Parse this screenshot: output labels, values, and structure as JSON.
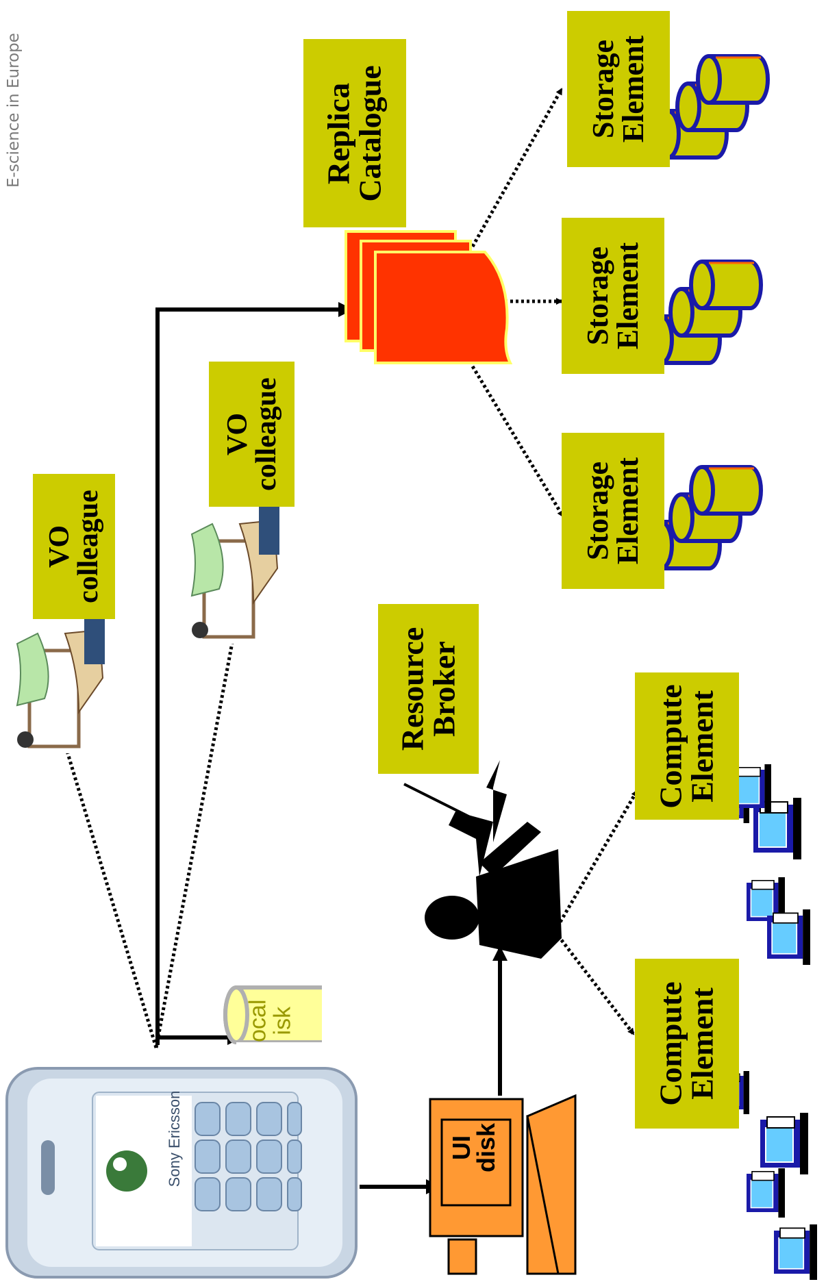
{
  "header": {
    "text": "E-science in Europe"
  },
  "labels": {
    "vo_colleague_1": [
      "VO",
      "colleague"
    ],
    "vo_colleague_2": [
      "VO",
      "colleague"
    ],
    "replica_catalogue": [
      "Replica",
      "Catalogue"
    ],
    "storage_element_1": [
      "Storage",
      "Element"
    ],
    "storage_element_2": [
      "Storage",
      "Element"
    ],
    "storage_element_3": [
      "Storage",
      "Element"
    ],
    "resource_broker": [
      "Resource",
      "Broker"
    ],
    "compute_element_1": [
      "Compute",
      "Element"
    ],
    "compute_element_2": [
      "Compute",
      "Element"
    ]
  },
  "ui_machine": {
    "line1": "UI",
    "line2": "disk"
  },
  "local_disk": {
    "line1": "ocal",
    "line2": "isk"
  },
  "phone": {
    "brand": "Sony Ericsson"
  },
  "colors": {
    "label_bg": "#cccc00",
    "catalogue_red": "#ff3300",
    "catalogue_border": "#ffff66",
    "disk_yellow": "#cccc00",
    "disk_blue": "#1a1aa8",
    "computer_orange": "#ff9933",
    "local_disk_fill": "#ffff99"
  }
}
